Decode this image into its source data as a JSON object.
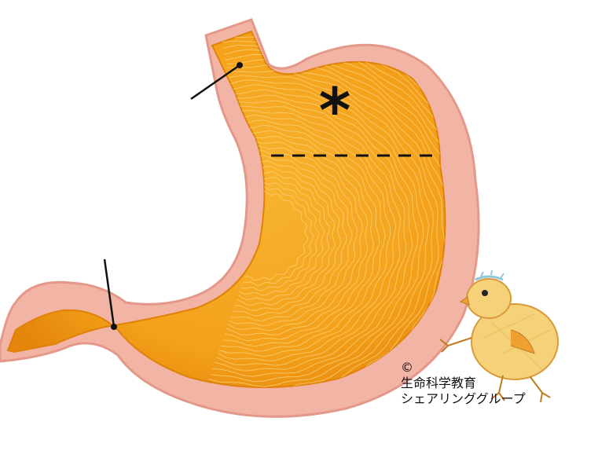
{
  "diagram": {
    "asterisk": "*",
    "colors": {
      "outer_wall": "#f0b2a2",
      "outer_wall_edge": "#e39a88",
      "mucosa": "#f3a31c",
      "mucosa_dark": "#e58a0c",
      "fold_lines": "#fbd27a",
      "annotation": "#111111"
    },
    "icons": [
      "stomach-illustration",
      "chick-mascot-icon"
    ]
  },
  "credit": {
    "copyright": "©",
    "line1": "生命科学教育",
    "line2": "シェアリンググループ"
  }
}
